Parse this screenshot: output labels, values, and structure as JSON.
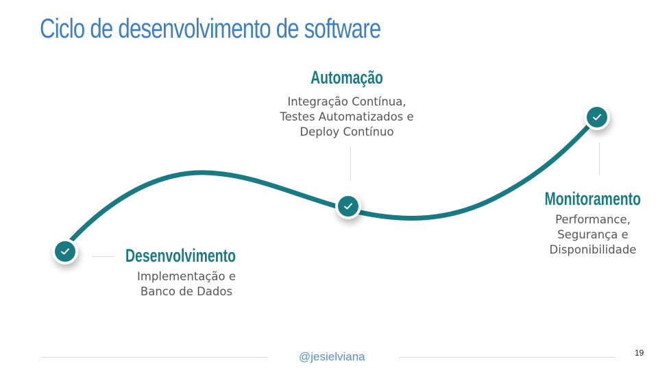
{
  "title": "Ciclo de desenvolvimento de software",
  "stages": [
    {
      "title": "Desenvolvimento",
      "description": [
        "Implementação e",
        "Banco de Dados"
      ],
      "icon": "check-icon"
    },
    {
      "title": "Automação",
      "description": [
        "Integração Contínua,",
        "Testes Automatizados e",
        "Deploy Contínuo"
      ],
      "icon": "check-icon"
    },
    {
      "title": "Monitoramento",
      "description": [
        "Performance,",
        "Segurança e",
        "Disponibilidade"
      ],
      "icon": "check-icon"
    }
  ],
  "footer": {
    "handle": "@jesielviana",
    "page_number": "19"
  },
  "colors": {
    "title": "#3d7fc2",
    "teal": "#187a82",
    "text": "#555555",
    "handle": "#5a8fcf"
  }
}
